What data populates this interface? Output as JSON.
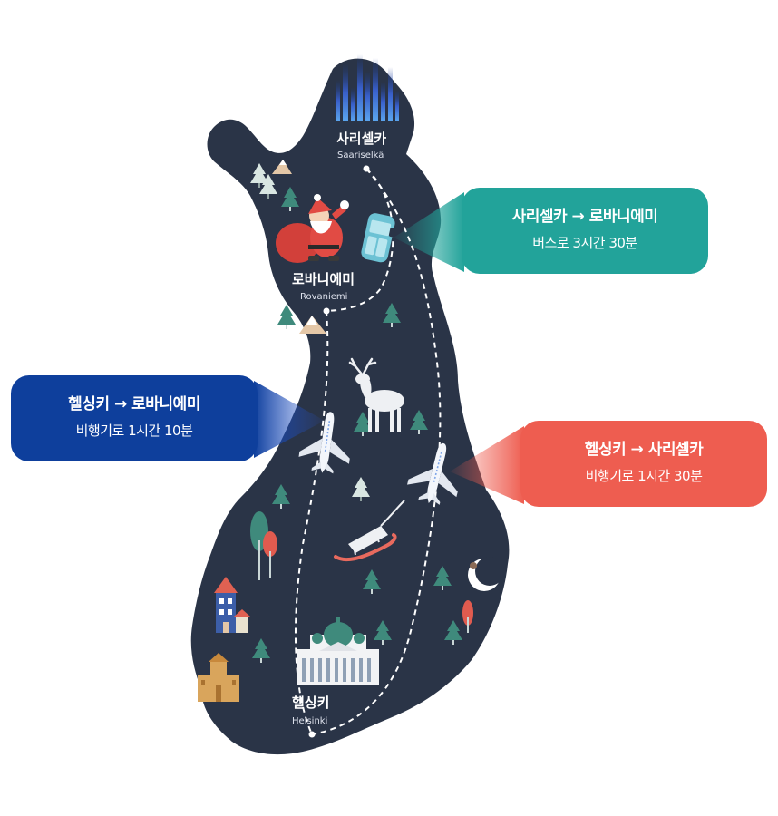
{
  "map": {
    "cities": {
      "saariselka": {
        "name_ko": "사리셀카",
        "name_en": "Saariselkä"
      },
      "rovaniemi": {
        "name_ko": "로바니에미",
        "name_en": "Rovaniemi"
      },
      "helsinki": {
        "name_ko": "헬싱키",
        "name_en": "Helsinki"
      }
    },
    "land_color": "#2a3447",
    "route_color": "#ffffff"
  },
  "callouts": {
    "bus": {
      "route": "사리셀카 → 로바니에미",
      "detail": "버스로 3시간 30분",
      "color": "#22a39a"
    },
    "flight_rovaniemi": {
      "route": "헬싱키 → 로바니에미",
      "detail": "비행기로 1시간 10분",
      "color": "#0e3f9c"
    },
    "flight_saariselka": {
      "route": "헬싱키 → 사리셀카",
      "detail": "비행기로 1시간 30분",
      "color": "#ee5d50"
    }
  },
  "icons": [
    "aurora-icon",
    "santa-icon",
    "bus-icon",
    "airplane-icon",
    "reindeer-icon",
    "sled-icon",
    "pine-tree-icon",
    "cathedral-icon",
    "house-icon",
    "castle-icon",
    "moon-icon",
    "mountain-icon"
  ]
}
